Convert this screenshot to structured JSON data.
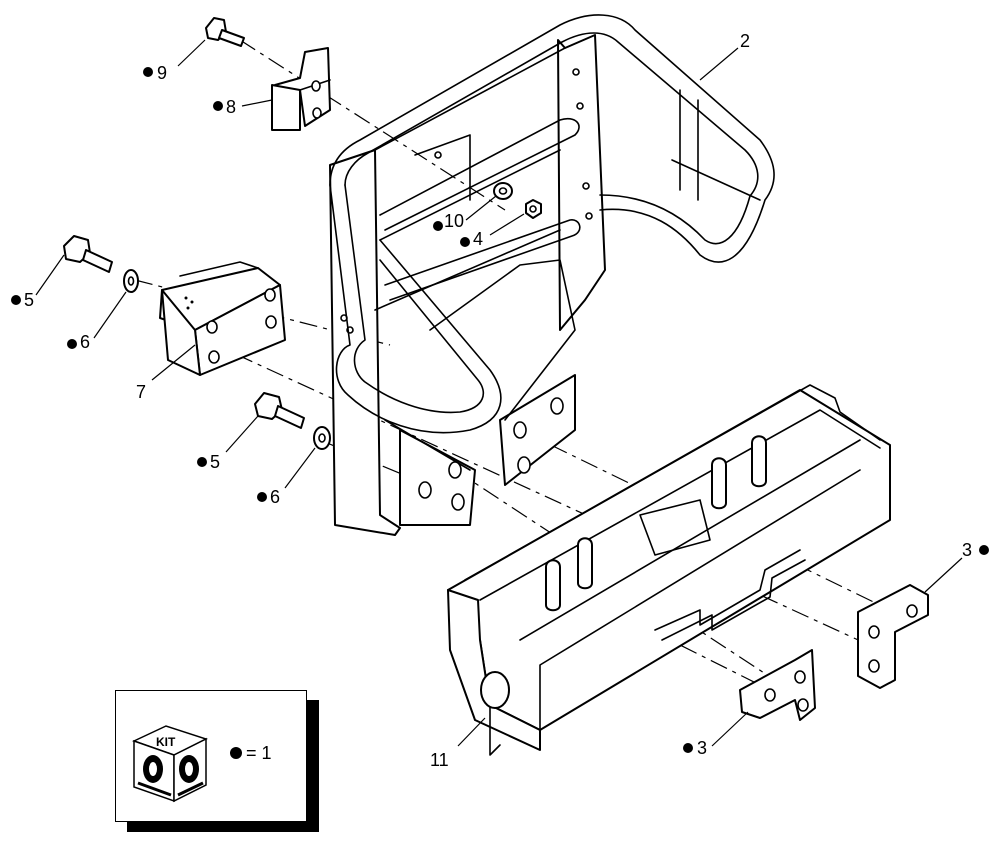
{
  "diagram": {
    "callouts": [
      {
        "id": "c2",
        "text": "2",
        "kit": false
      },
      {
        "id": "c9",
        "text": "9",
        "kit": true
      },
      {
        "id": "c8",
        "text": "8",
        "kit": true
      },
      {
        "id": "c10",
        "text": "10",
        "kit": true
      },
      {
        "id": "c4",
        "text": "4",
        "kit": true
      },
      {
        "id": "c5a",
        "text": "5",
        "kit": true
      },
      {
        "id": "c6a",
        "text": "6",
        "kit": true
      },
      {
        "id": "c7",
        "text": "7",
        "kit": false
      },
      {
        "id": "c5b",
        "text": "5",
        "kit": true
      },
      {
        "id": "c6b",
        "text": "6",
        "kit": true
      },
      {
        "id": "c3a",
        "text": "3",
        "kit": true
      },
      {
        "id": "c3b",
        "text": "3",
        "kit": true
      },
      {
        "id": "c11",
        "text": "11",
        "kit": false
      }
    ],
    "legend": {
      "badge_text": "KIT",
      "equals_text": "= 1"
    },
    "colors": {
      "line": "#000000",
      "background": "#ffffff"
    }
  }
}
